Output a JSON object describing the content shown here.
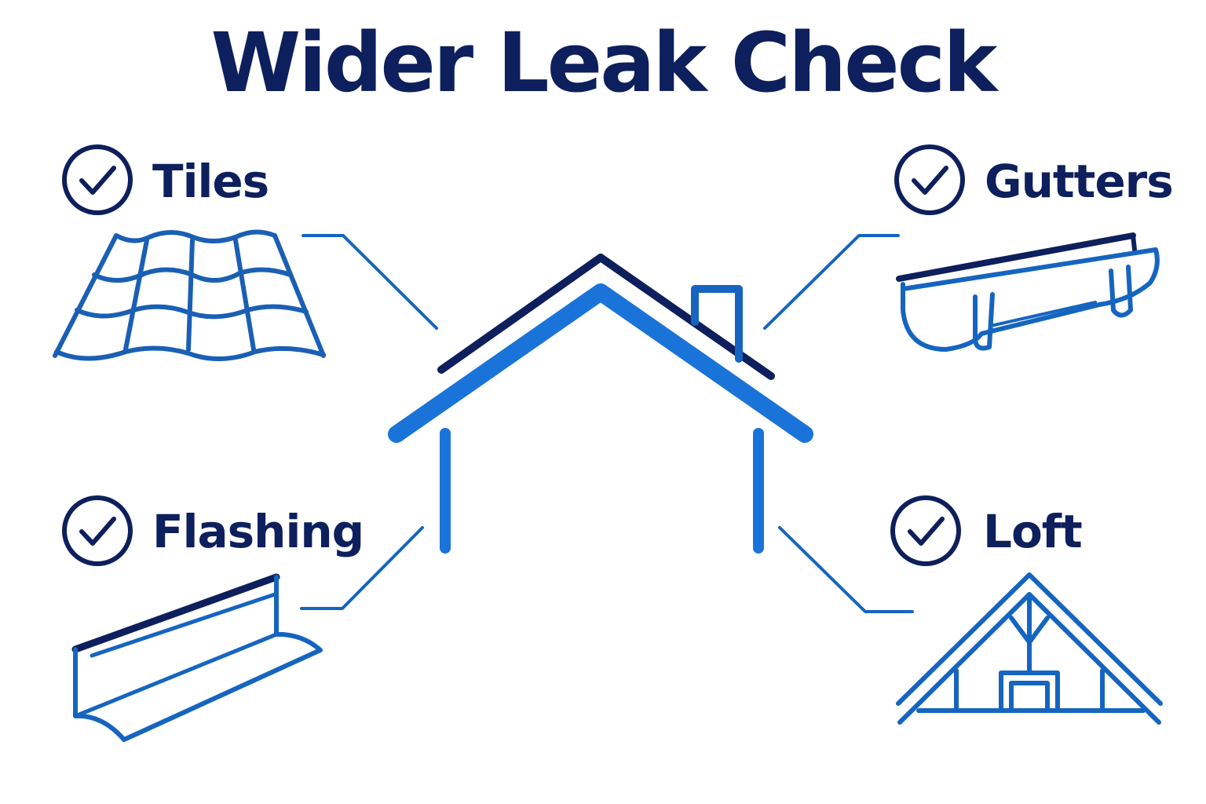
{
  "title": "Wider Leak Check",
  "items": [
    {
      "label": "Tiles",
      "icon": "roof-tiles-icon",
      "checked": true
    },
    {
      "label": "Gutters",
      "icon": "gutter-icon",
      "checked": true
    },
    {
      "label": "Flashing",
      "icon": "flashing-icon",
      "checked": true
    },
    {
      "label": "Loft",
      "icon": "loft-icon",
      "checked": true
    }
  ],
  "center_icon": "house-icon",
  "colors": {
    "navy": "#0d1f5c",
    "blue": "#1565c0",
    "bright_blue": "#1a73d9",
    "background": "#ffffff"
  }
}
